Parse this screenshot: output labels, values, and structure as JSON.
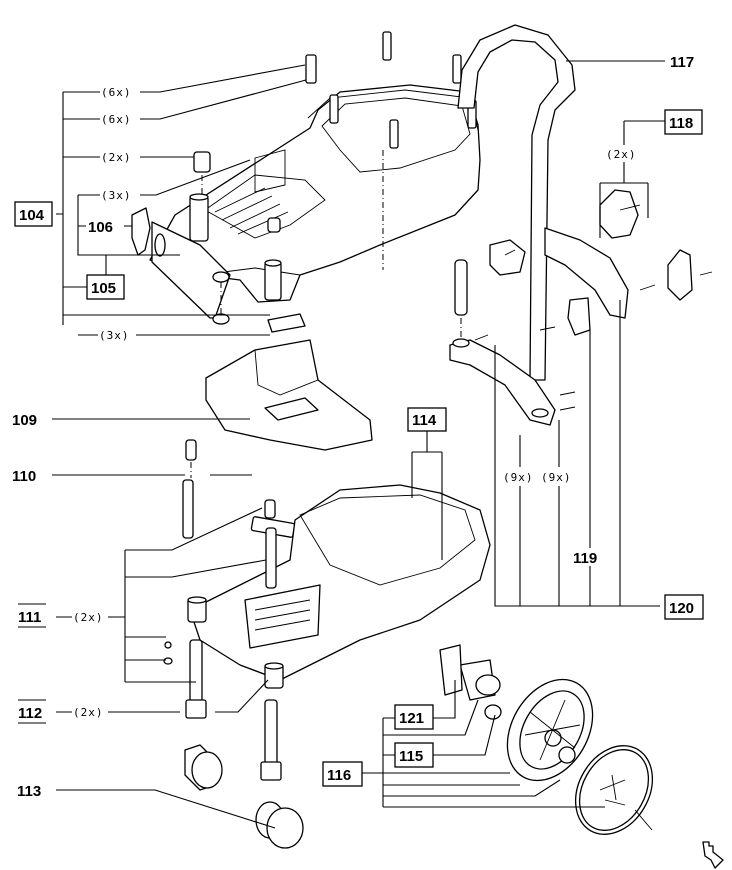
{
  "diagram": {
    "title": "Exploded parts diagram - vacuum cleaner body, trolley and wheels",
    "parts": [
      {
        "id": "104",
        "label": "104",
        "boxed": true
      },
      {
        "id": "105",
        "label": "105",
        "boxed": true
      },
      {
        "id": "106",
        "label": "106",
        "boxed": false
      },
      {
        "id": "109",
        "label": "109",
        "boxed": false
      },
      {
        "id": "110",
        "label": "110",
        "boxed": false
      },
      {
        "id": "111",
        "label": "111",
        "boxed": false,
        "underlined": true,
        "qty": "(2x)"
      },
      {
        "id": "112",
        "label": "112",
        "boxed": false,
        "underlined": true,
        "qty": "(2x)"
      },
      {
        "id": "113",
        "label": "113",
        "boxed": false
      },
      {
        "id": "114",
        "label": "114",
        "boxed": true
      },
      {
        "id": "115",
        "label": "115",
        "boxed": true
      },
      {
        "id": "116",
        "label": "116",
        "boxed": true
      },
      {
        "id": "117",
        "label": "117",
        "boxed": false
      },
      {
        "id": "118",
        "label": "118",
        "boxed": true,
        "qty": "(2x)"
      },
      {
        "id": "119",
        "label": "119",
        "boxed": false
      },
      {
        "id": "120",
        "label": "120",
        "boxed": true
      },
      {
        "id": "121",
        "label": "121",
        "boxed": true
      }
    ],
    "quantities": {
      "q104_a": "(6x)",
      "q104_b": "(6x)",
      "q104_c": "(2x)",
      "q104_d": "(3x)",
      "q104_e": "(3x)",
      "q111": "(2x)",
      "q112": "(2x)",
      "q118": "(2x)",
      "q120_a": "(9x)",
      "q120_b": "(9x)"
    },
    "corner_icon": "next-page-arrow-icon"
  }
}
